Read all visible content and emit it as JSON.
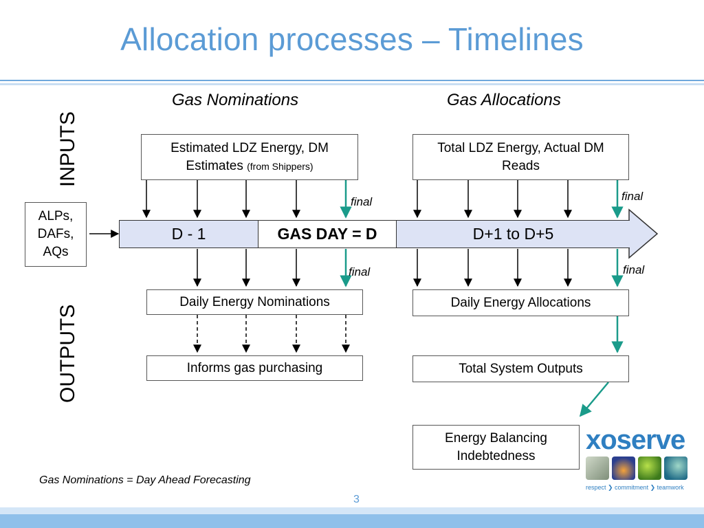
{
  "title": "Allocation processes – Timelines",
  "headers": {
    "left": "Gas Nominations",
    "right": "Gas Allocations"
  },
  "side_labels": {
    "inputs": "INPUTS",
    "outputs": "OUTPUTS"
  },
  "alps_box": "ALPs, DAFs, AQs",
  "input_boxes": {
    "nominations_main": "Estimated LDZ Energy, DM Estimates",
    "nominations_note": "(from Shippers)",
    "allocations": "Total LDZ Energy, Actual DM Reads"
  },
  "timeline": {
    "d_minus_1": "D - 1",
    "gas_day": "GAS DAY = D",
    "d_plus": "D+1 to D+5"
  },
  "final_label": "final",
  "output_boxes": {
    "daily_nominations": "Daily Energy Nominations",
    "daily_allocations": "Daily Energy Allocations",
    "informs_purchasing": "Informs gas purchasing",
    "total_system_outputs": "Total System Outputs",
    "energy_balancing": "Energy Balancing Indebtedness"
  },
  "footnote": "Gas Nominations = Day Ahead Forecasting",
  "page_number": "3",
  "logo": {
    "brand": "xoserve",
    "tagline": "respect ❯ commitment ❯ teamwork",
    "colors": {
      "brand": "#2f7fc1",
      "accent": "#1a9b8a"
    }
  }
}
